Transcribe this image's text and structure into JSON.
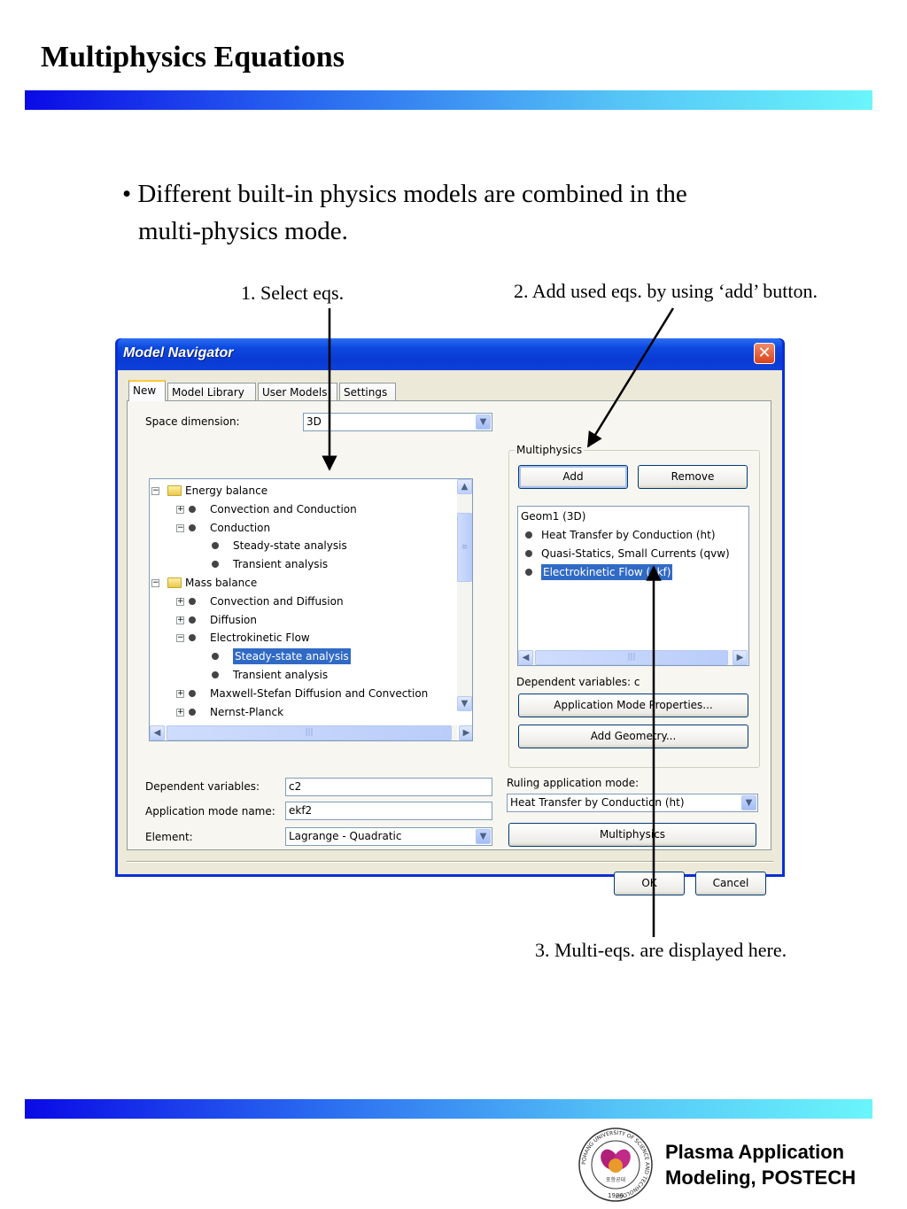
{
  "slide": {
    "title": "Multiphysics Equations",
    "bullet_line1": "• Different built-in physics models are combined in the",
    "bullet_line2": "multi-physics mode.",
    "annotation1": "1. Select eqs.",
    "annotation2": "2. Add used eqs. by using ‘add’ button.",
    "annotation3": "3. Multi-eqs. are displayed here.",
    "footer_line1": "Plasma Application",
    "footer_line2": "Modeling, POSTECH",
    "band_colors": [
      "#0a0ae6",
      "#6af5fb"
    ]
  },
  "dialog": {
    "title": "Model Navigator",
    "close_glyph": "✕",
    "tabs": [
      "New",
      "Model Library",
      "User Models",
      "Settings"
    ],
    "active_tab": "New",
    "space_dimension_label": "Space dimension:",
    "space_dimension_value": "3D",
    "tree": [
      {
        "text": "Energy balance",
        "level": 1,
        "expander": "−",
        "icon": "folder-icon"
      },
      {
        "text": "Convection and Conduction",
        "level": 2,
        "expander": "+",
        "icon": "gear-icon"
      },
      {
        "text": "Conduction",
        "level": 2,
        "expander": "−",
        "icon": "gear-icon"
      },
      {
        "text": "Steady-state analysis",
        "level": 3,
        "expander": "",
        "icon": "gear-icon"
      },
      {
        "text": "Transient analysis",
        "level": 3,
        "expander": "",
        "icon": "gear-icon"
      },
      {
        "text": "Mass balance",
        "level": 1,
        "expander": "−",
        "icon": "folder-icon"
      },
      {
        "text": "Convection and Diffusion",
        "level": 2,
        "expander": "+",
        "icon": "gear-icon"
      },
      {
        "text": "Diffusion",
        "level": 2,
        "expander": "+",
        "icon": "gear-icon"
      },
      {
        "text": "Electrokinetic Flow",
        "level": 2,
        "expander": "−",
        "icon": "gear-icon"
      },
      {
        "text": "Steady-state analysis",
        "level": 3,
        "expander": "",
        "icon": "gear-icon",
        "selected": true
      },
      {
        "text": "Transient analysis",
        "level": 3,
        "expander": "",
        "icon": "gear-icon"
      },
      {
        "text": "Maxwell-Stefan Diffusion and Convection",
        "level": 2,
        "expander": "+",
        "icon": "gear-icon"
      },
      {
        "text": "Nernst-Planck",
        "level": 2,
        "expander": "+",
        "icon": "gear-icon"
      }
    ],
    "dependent_variables_label": "Dependent variables:",
    "dependent_variables_value": "c2",
    "application_mode_name_label": "Application mode name:",
    "application_mode_name_value": "ekf2",
    "element_label": "Element:",
    "element_value": "Lagrange - Quadratic",
    "multiphysics": {
      "group_label": "Multiphysics",
      "add_label": "Add",
      "remove_label": "Remove",
      "geom_header": "Geom1 (3D)",
      "modes": [
        {
          "text": "Heat Transfer by Conduction (ht)",
          "selected": false
        },
        {
          "text": "Quasi-Statics, Small Currents (qvw)",
          "selected": false
        },
        {
          "text": "Electrokinetic Flow (ekf)",
          "selected": true
        }
      ],
      "dependent_variables_text": "Dependent variables:  c",
      "app_mode_properties_label": "Application Mode Properties...",
      "add_geometry_label": "Add Geometry..."
    },
    "ruling_label": "Ruling application mode:",
    "ruling_value": "Heat Transfer by Conduction (ht)",
    "multiphysics_button": "Multiphysics",
    "ok_label": "OK",
    "cancel_label": "Cancel"
  },
  "logo": {
    "ring_text": "POHANG UNIVERSITY OF SCIENCE AND TECHNOLOGY",
    "year": "1986",
    "korean": "포항공대"
  }
}
